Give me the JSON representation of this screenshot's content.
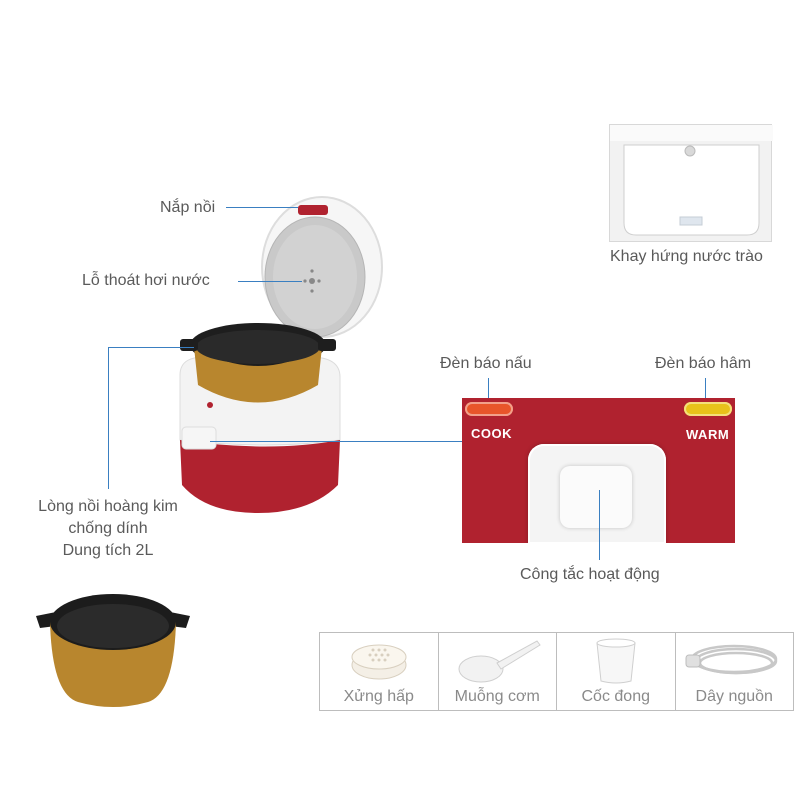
{
  "labels": {
    "lid": "Nắp nồi",
    "vent": "Lỗ thoát hơi nước",
    "inner_pot_line1": "Lòng nồi hoàng kim",
    "inner_pot_line2": "chống dính",
    "inner_pot_line3": "Dung tích 2L",
    "drip_tray": "Khay hứng nước trào",
    "cook_lamp": "Đèn báo nấu",
    "warm_lamp": "Đèn báo hâm",
    "switch": "Công tắc hoạt động"
  },
  "panel": {
    "cook": "COOK",
    "warm": "WARM"
  },
  "accessories": [
    {
      "label": "Xửng hấp",
      "icon": "steamer-tray-icon"
    },
    {
      "label": "Muỗng cơm",
      "icon": "rice-paddle-icon"
    },
    {
      "label": "Cốc đong",
      "icon": "measuring-cup-icon"
    },
    {
      "label": "Dây nguồn",
      "icon": "power-cord-icon"
    }
  ],
  "colors": {
    "body_red": "#b0222f",
    "pointer_line": "#3a7fc1",
    "cook_lamp": "#e8552a",
    "warm_lamp": "#e8c21a",
    "gold_pot": "#b8862e"
  }
}
